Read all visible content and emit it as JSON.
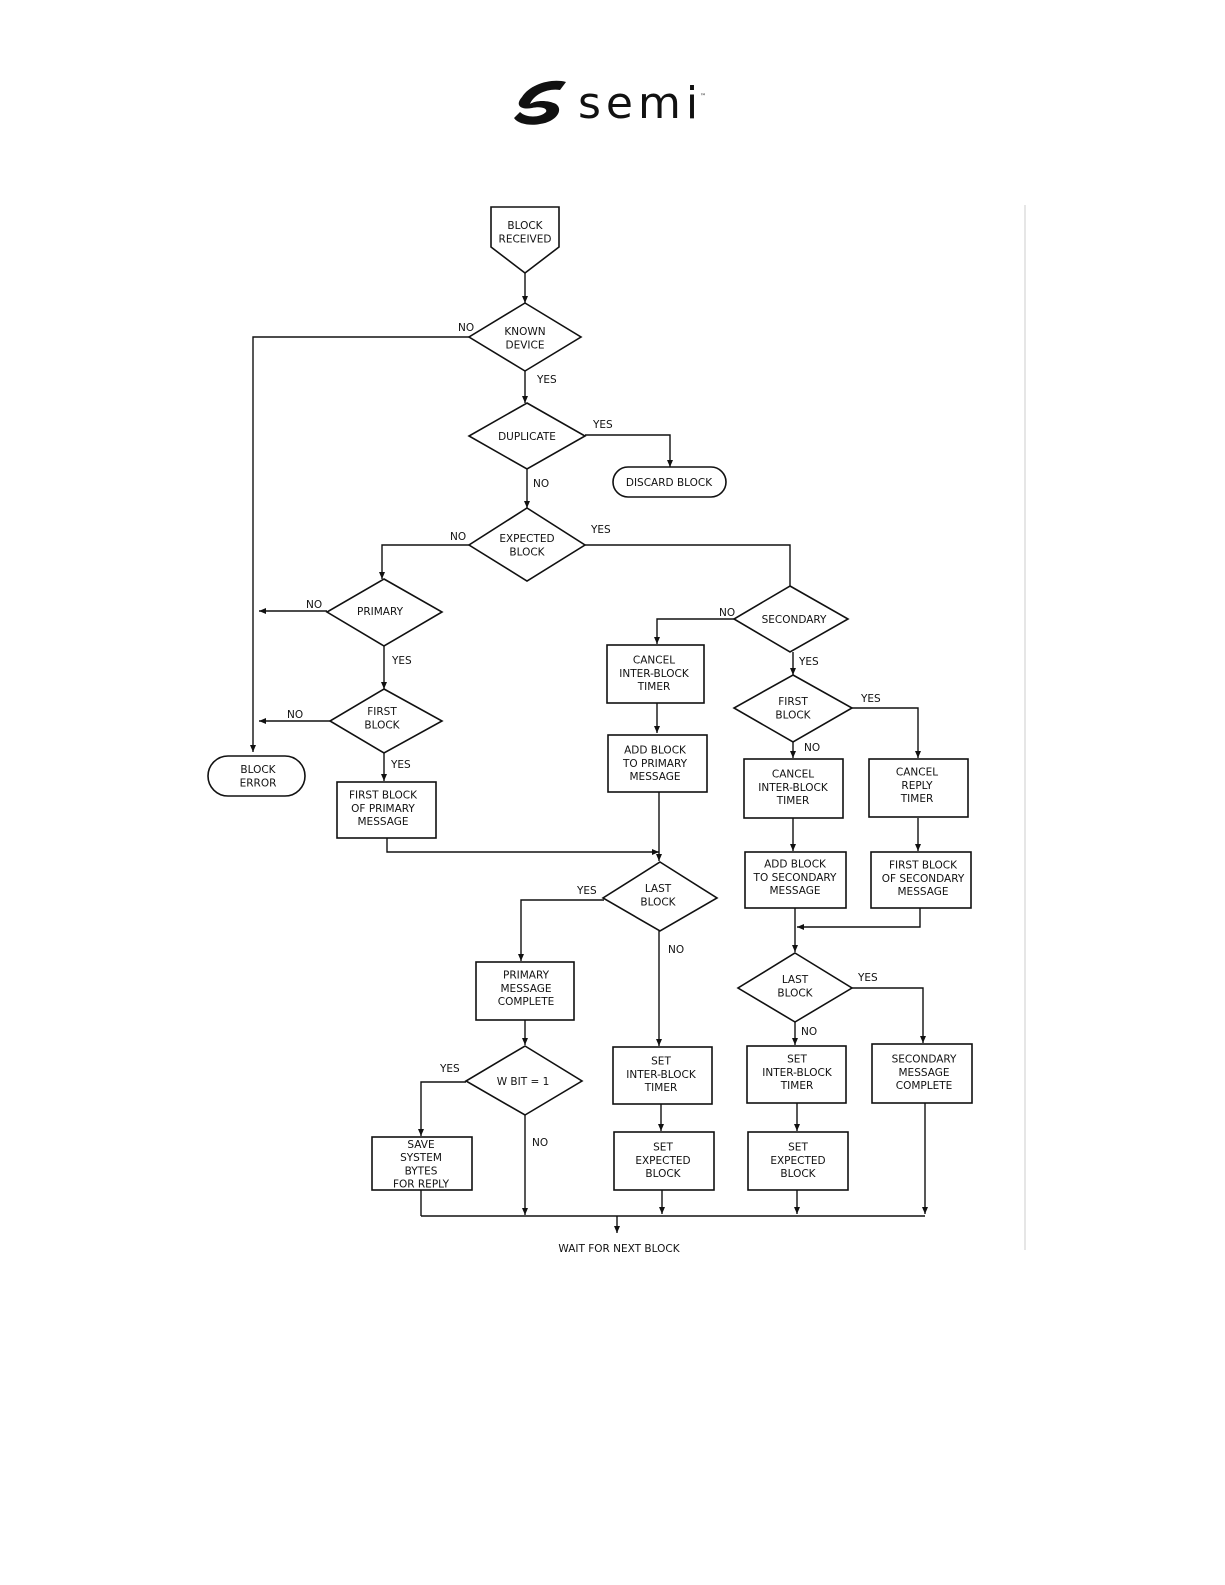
{
  "header": {
    "logo_text": "semi",
    "logo_tm": "™"
  },
  "nodes": {
    "block_received": [
      "BLOCK",
      "RECEIVED"
    ],
    "known_device": [
      "KNOWN",
      "DEVICE"
    ],
    "duplicate": [
      "DUPLICATE"
    ],
    "discard_block": [
      "DISCARD BLOCK"
    ],
    "expected_block": [
      "EXPECTED",
      "BLOCK"
    ],
    "primary": [
      "PRIMARY"
    ],
    "secondary": [
      "SECONDARY"
    ],
    "first_block_p": [
      "FIRST",
      "BLOCK"
    ],
    "block_error": [
      "BLOCK",
      "ERROR"
    ],
    "first_block_primary_msg": [
      "FIRST BLOCK",
      "OF PRIMARY",
      "MESSAGE"
    ],
    "cancel_ib_timer_1": [
      "CANCEL",
      "INTER-BLOCK",
      "TIMER"
    ],
    "add_block_primary": [
      "ADD BLOCK",
      "TO PRIMARY",
      "MESSAGE"
    ],
    "first_block_s": [
      "FIRST",
      "BLOCK"
    ],
    "cancel_ib_timer_2": [
      "CANCEL",
      "INTER-BLOCK",
      "TIMER"
    ],
    "cancel_reply_timer": [
      "CANCEL",
      "REPLY",
      "TIMER"
    ],
    "add_block_secondary": [
      "ADD BLOCK",
      "TO SECONDARY",
      "MESSAGE"
    ],
    "first_block_secondary_msg": [
      "FIRST BLOCK",
      "OF SECONDARY",
      "MESSAGE"
    ],
    "last_block_p": [
      "LAST",
      "BLOCK"
    ],
    "last_block_s": [
      "LAST",
      "BLOCK"
    ],
    "primary_msg_complete": [
      "PRIMARY",
      "MESSAGE",
      "COMPLETE"
    ],
    "w_bit": [
      "W BIT = 1"
    ],
    "save_system_bytes": [
      "SAVE",
      "SYSTEM",
      "BYTES",
      "FOR REPLY"
    ],
    "set_ib_timer_1": [
      "SET",
      "INTER-BLOCK",
      "TIMER"
    ],
    "set_expected_1": [
      "SET",
      "EXPECTED",
      "BLOCK"
    ],
    "set_ib_timer_2": [
      "SET",
      "INTER-BLOCK",
      "TIMER"
    ],
    "set_expected_2": [
      "SET",
      "EXPECTED",
      "BLOCK"
    ],
    "secondary_msg_complete": [
      "SECONDARY",
      "MESSAGE",
      "COMPLETE"
    ],
    "wait_next_block": [
      "WAIT FOR NEXT BLOCK"
    ]
  },
  "edge_labels": {
    "known_no": "NO",
    "known_yes": "YES",
    "dup_yes": "YES",
    "dup_no": "NO",
    "expected_no": "NO",
    "expected_yes": "YES",
    "primary_no": "NO",
    "primary_yes": "YES",
    "first_p_no": "NO",
    "first_p_yes": "YES",
    "secondary_no": "NO",
    "secondary_yes": "YES",
    "first_s_yes": "YES",
    "first_s_no": "NO",
    "last_p_yes": "YES",
    "last_p_no": "NO",
    "last_s_yes": "YES",
    "last_s_no": "NO",
    "wbit_yes": "YES",
    "wbit_no": "NO"
  }
}
